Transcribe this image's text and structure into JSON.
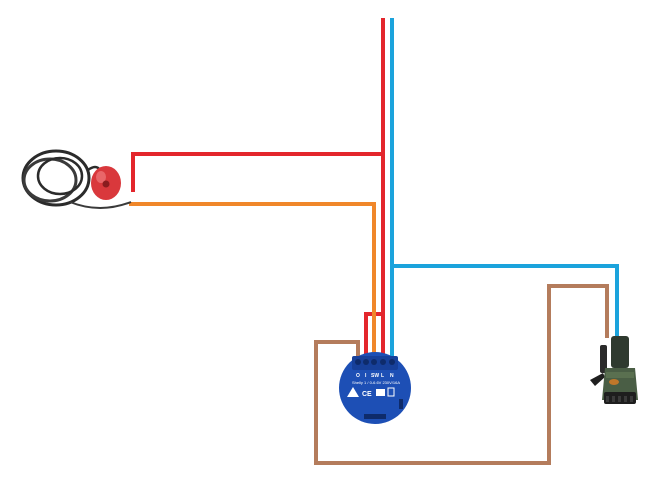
{
  "colors": {
    "live_wire": "#e3262c",
    "neutral_wire": "#1ba3dc",
    "switch_wire": "#f0872a",
    "output_wire": "#b47c5c",
    "relay_body": "#1d4fb5",
    "float_switch": "#d9383c",
    "pump_body": "#2f3a2f"
  },
  "relay": {
    "terminals": [
      "O",
      "I",
      "SW",
      "L",
      "N"
    ],
    "spec_text": "Shelly 1 / 0-6.6V 230V/16A",
    "ce_mark": "CE",
    "icon": "relay-module-icon"
  },
  "devices": {
    "float_switch_icon": "float-switch-icon",
    "pump_icon": "submersible-pump-icon"
  }
}
